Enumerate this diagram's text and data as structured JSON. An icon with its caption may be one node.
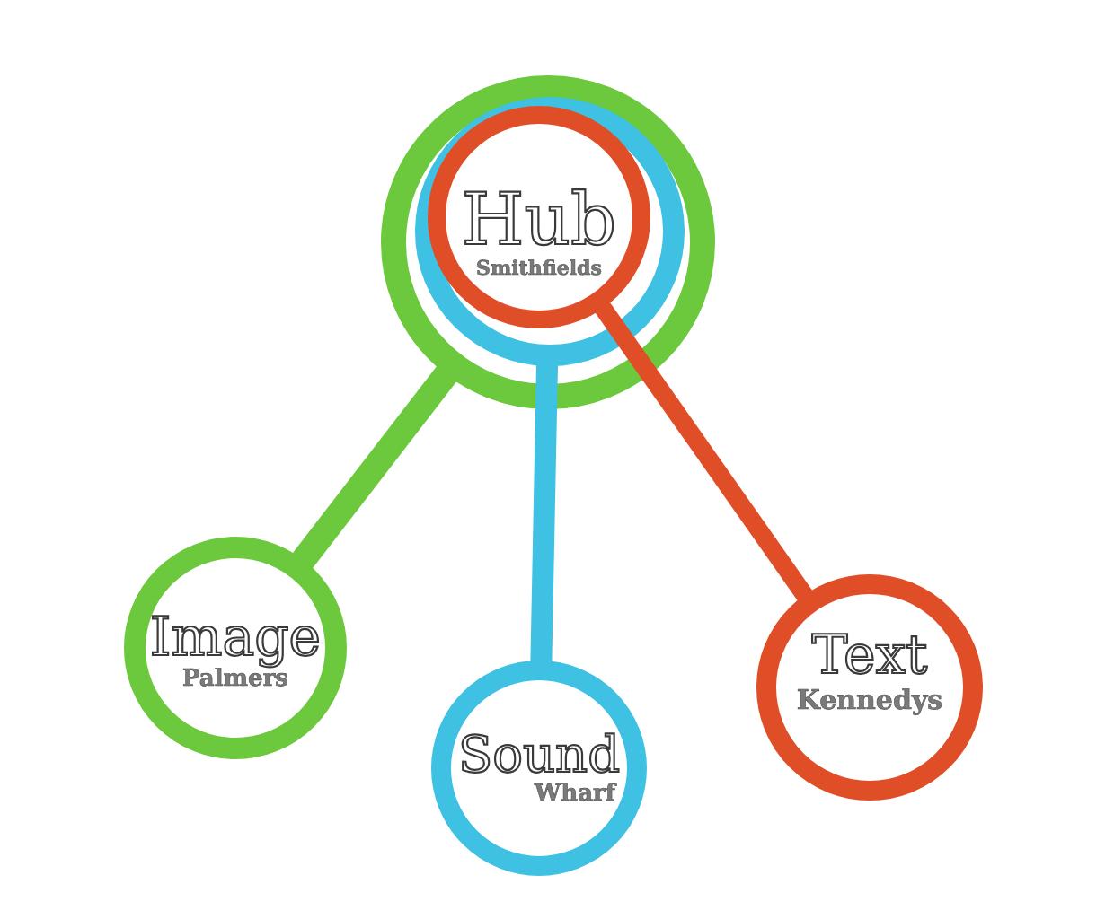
{
  "diagram": {
    "nodes": [
      {
        "text": [],
        "shape": "circle"
      },
      {
        "text": [],
        "shape": "circle",
        "in": 0
      },
      {
        "text": [
          "Hub",
          "Smithfields"
        ],
        "in": 1
      },
      {
        "text": [
          "Image",
          "Palmers"
        ]
      },
      {
        "text": [
          "Sound",
          "Wharf"
        ]
      },
      {
        "text": [
          "Text",
          "Kennedys"
        ]
      }
    ],
    "edges": [
      {
        "from": 0,
        "to": 3,
        "arrow": "none",
        "color": "#6cc83c"
      },
      {
        "from": 1,
        "to": 4,
        "arrow": "none",
        "color": "#3ec1e2"
      },
      {
        "from": 2,
        "to": 5,
        "arrow": "none",
        "color": "#e04e28"
      }
    ]
  }
}
